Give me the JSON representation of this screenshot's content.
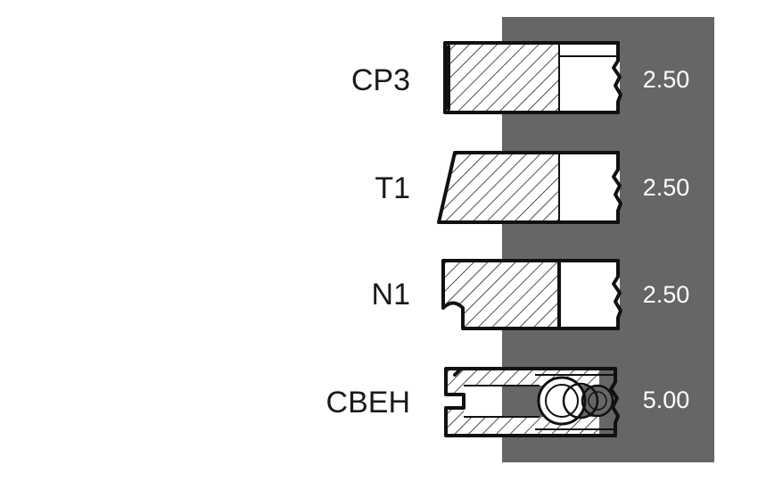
{
  "panel_color": "#666666",
  "rings": [
    {
      "name": "CP3",
      "value": "2.50",
      "profile": "rectangular"
    },
    {
      "name": "T1",
      "value": "2.50",
      "profile": "taper-face"
    },
    {
      "name": "N1",
      "value": "2.50",
      "profile": "napier"
    },
    {
      "name": "CBEH",
      "value": "5.00",
      "profile": "oil-control-with-expander"
    }
  ]
}
